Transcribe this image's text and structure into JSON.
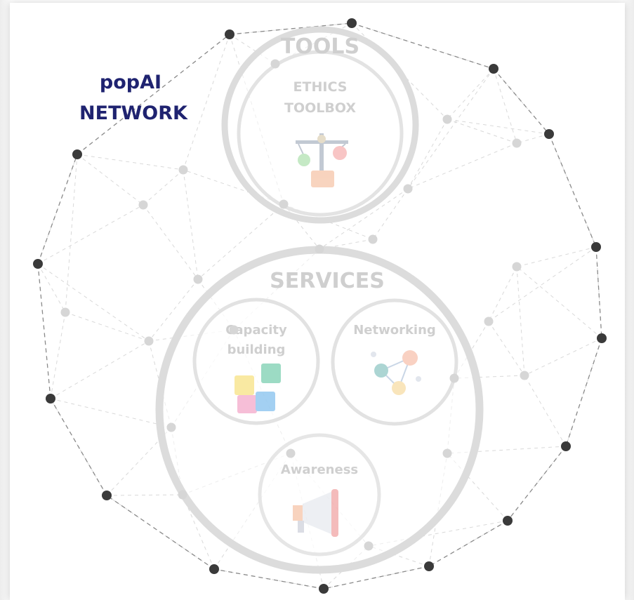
{
  "brand": {
    "line1": "popAI",
    "line2": "NETWORK",
    "color": "#1f2370"
  },
  "tools": {
    "heading": "TOOLS",
    "inner_line1": "ETHICS",
    "inner_line2": "TOOLBOX",
    "icon": "balance-scale-icon"
  },
  "services": {
    "heading": "SERVICES",
    "capacity_line1": "Capacity",
    "capacity_line2": "building",
    "capacity_icon": "puzzle-icon",
    "networking_label": "Networking",
    "networking_icon": "people-network-icon",
    "awareness_label": "Awareness",
    "awareness_icon": "megaphone-icon"
  },
  "colors": {
    "outer_node": "#3a3a3a",
    "inner_node": "#d6d6d6",
    "ring": "#dcdcdc",
    "faded_text": "#cfcfcf"
  }
}
